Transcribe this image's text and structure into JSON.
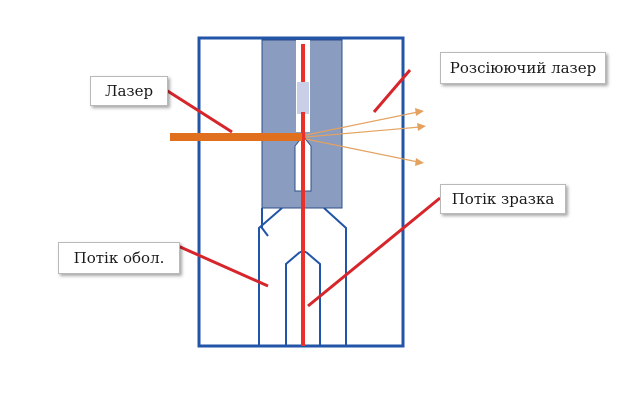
{
  "labels": {
    "laser": "Лазер",
    "scatter_laser": "Розсіюючий лазер",
    "sample_flow": "Потік зразка",
    "sheath_flow": "Потік обол."
  },
  "colors": {
    "frame": "#2255a8",
    "chamber_fill": "#8a9cc0",
    "sample_stream": "#e8312b",
    "laser_beam": "#e0701e",
    "scatter_rays": "#e3a25f",
    "leader_lines": "#d6262b",
    "label_border": "#b9b9b9"
  }
}
